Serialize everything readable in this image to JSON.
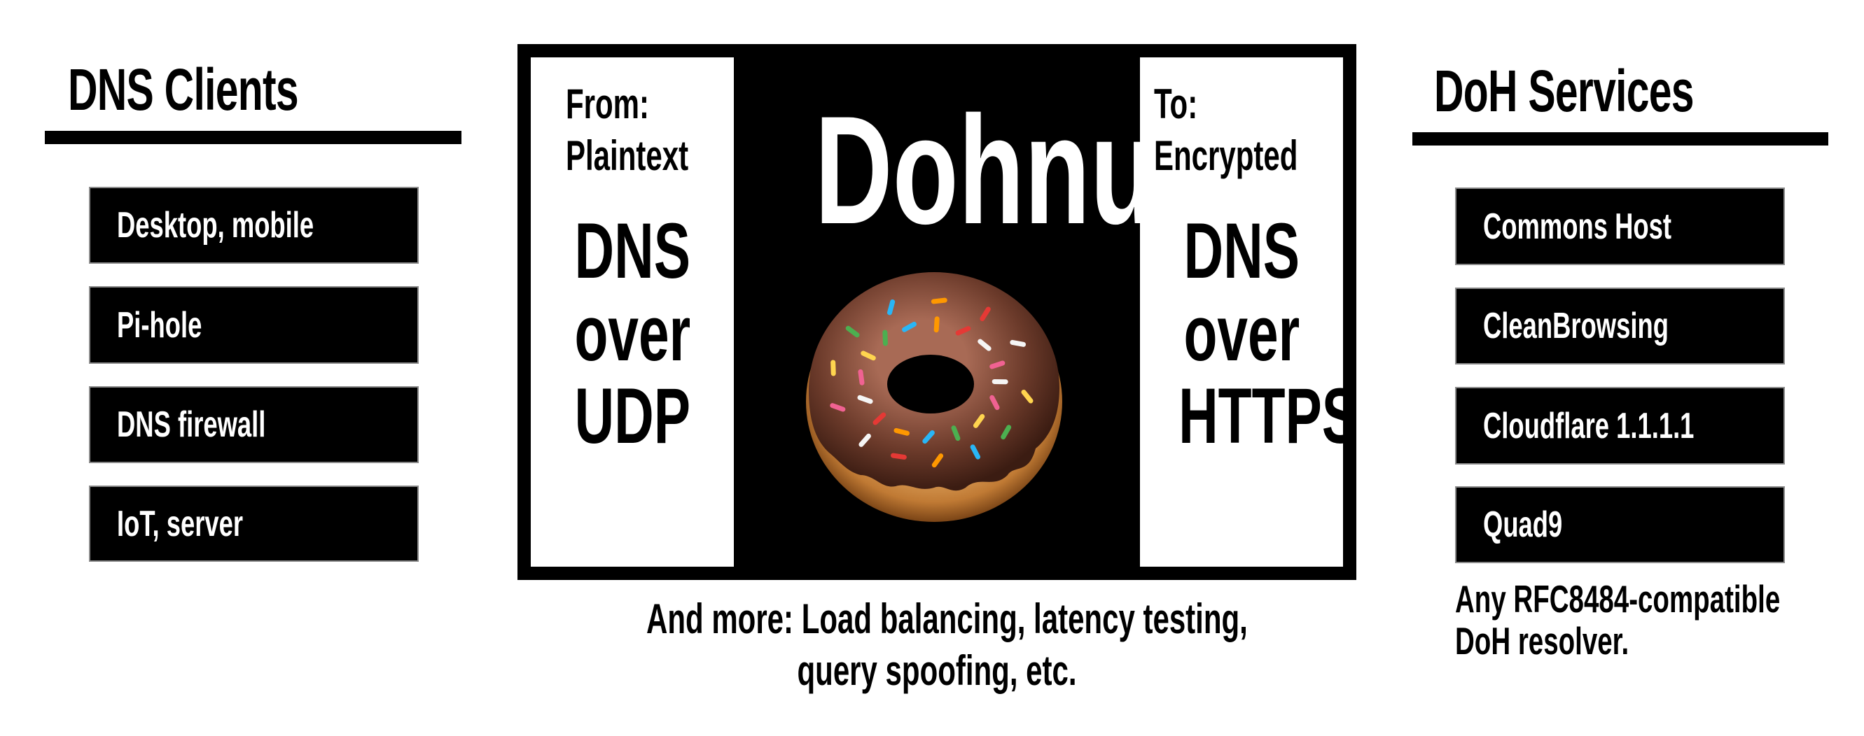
{
  "clients": {
    "heading": "DNS Clients",
    "items": [
      "Desktop, mobile",
      "Pi-hole",
      "DNS firewall",
      "IoT, server"
    ]
  },
  "center": {
    "title": "Dohnut",
    "from": {
      "label": "From:",
      "kind": "Plaintext",
      "protocol": [
        "DNS",
        "over",
        "UDP"
      ]
    },
    "to": {
      "label": "To:",
      "kind": "Encrypted",
      "protocol": [
        "DNS",
        "over",
        "HTTPS"
      ]
    },
    "image": "donut-icon",
    "footer": [
      "And more: Load balancing, latency testing,",
      "query spoofing, etc."
    ]
  },
  "services": {
    "heading": "DoH Services",
    "items": [
      "Commons Host",
      "CleanBrowsing",
      "Cloudflare 1.1.1.1",
      "Quad9"
    ],
    "note": [
      "Any RFC8484-compatible",
      "DoH resolver."
    ]
  },
  "colors": {
    "background": "#ffffff",
    "box": "#000000",
    "box_border": "#8a8a8a",
    "text_on_box": "#ffffff"
  }
}
